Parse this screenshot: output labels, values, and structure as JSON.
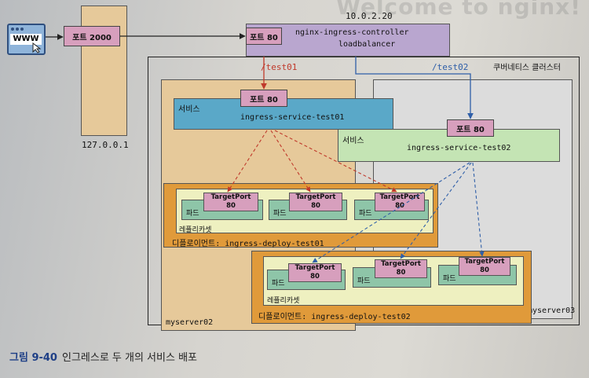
{
  "bleed_text": "Welcome to nginx!",
  "browser": {
    "label": "WWW"
  },
  "host": {
    "port_label": "포트 2000",
    "ip": "127.0.0.1"
  },
  "controller": {
    "ip": "10.0.2.20",
    "port_label": "포트 80",
    "name_line1": "nginx-ingress-controller",
    "name_line2": "loadbalancer"
  },
  "cluster": {
    "label": "쿠버네티스 클러스터"
  },
  "paths": {
    "path1": "/test01",
    "path2": "/test02"
  },
  "service1": {
    "label": "서비스",
    "port_label": "포트 80",
    "name": "ingress-service-test01",
    "color": "#5aa8c8"
  },
  "service2": {
    "label": "서비스",
    "port_label": "포트 80",
    "name": "ingress-service-test02",
    "color": "#c4e4b4"
  },
  "deploy1": {
    "replicaset_label": "레플리카셋",
    "deploy_label": "디플로이먼트: ingress-deploy-test01",
    "pods": [
      {
        "label": "파드",
        "target_label": "TargetPort",
        "target_value": "80"
      },
      {
        "label": "파드",
        "target_label": "TargetPort",
        "target_value": "80"
      },
      {
        "label": "파드",
        "target_label": "TargetPort",
        "target_value": "80"
      }
    ]
  },
  "deploy2": {
    "replicaset_label": "레플리카셋",
    "deploy_label": "디플로이먼트: ingress-deploy-test02",
    "pods": [
      {
        "label": "파드",
        "target_label": "TargetPort",
        "target_value": "80"
      },
      {
        "label": "파드",
        "target_label": "TargetPort",
        "target_value": "80"
      },
      {
        "label": "파드",
        "target_label": "TargetPort",
        "target_value": "80"
      }
    ]
  },
  "servers": {
    "server2": "myserver02",
    "server3": "myserver03"
  },
  "caption": {
    "number": "그림 9-40",
    "text": "인그레스로 두 개의 서비스 배포"
  },
  "colors": {
    "arrow_red": "#c0392b",
    "arrow_blue": "#2f5fa8",
    "deploy_orange": "#e09a3a",
    "replicaset_yellow": "#eef0c0",
    "node_tan": "#e6c99a"
  }
}
